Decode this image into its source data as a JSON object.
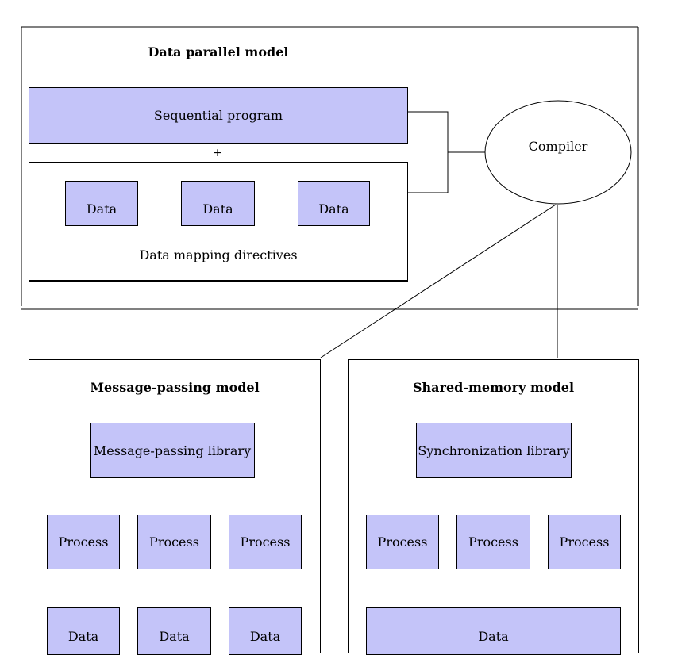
{
  "data_parallel": {
    "title": "Data parallel model",
    "sequential_program": "Sequential program",
    "plus": "+",
    "data_boxes": [
      "Data",
      "Data",
      "Data"
    ],
    "directives_label": "Data mapping directives"
  },
  "compiler": {
    "label": "Compiler"
  },
  "message_passing": {
    "title": "Message-passing model",
    "library": "Message-passing library",
    "processes": [
      "Process",
      "Process",
      "Process"
    ],
    "data": [
      "Data",
      "Data",
      "Data"
    ]
  },
  "shared_memory": {
    "title": "Shared-memory model",
    "library": "Synchronization library",
    "processes": [
      "Process",
      "Process",
      "Process"
    ],
    "data": "Data"
  },
  "colors": {
    "box_fill": "#c4c4f9",
    "line": "#000000"
  }
}
